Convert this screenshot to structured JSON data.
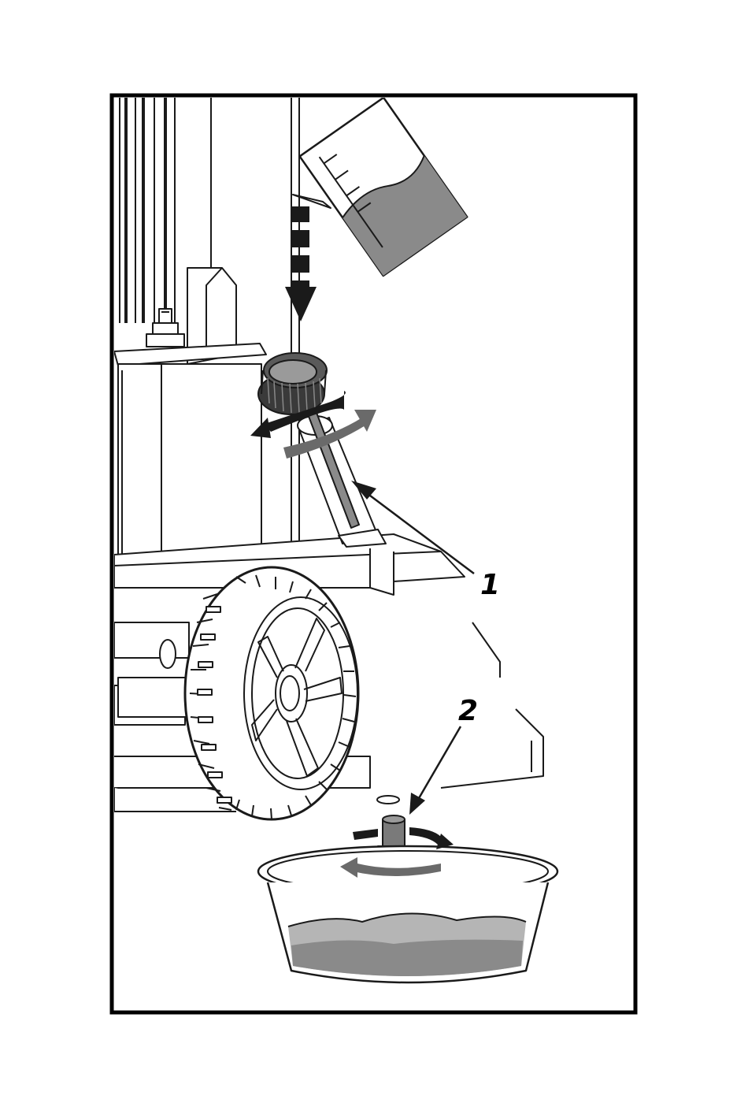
{
  "figure": {
    "callouts": [
      {
        "id": "1",
        "label": "1",
        "target": "oil-dipstick"
      },
      {
        "id": "2",
        "label": "2",
        "target": "drain-plug"
      }
    ],
    "colors": {
      "line": "#1a1a1a",
      "fill_light": "#ffffff",
      "oil": "#8a8a8a",
      "oil_light": "#b5b5b5",
      "dark_metal": "#3a3a3a"
    },
    "icons": [
      "beaker-icon",
      "down-arrow-icon",
      "rotate-arrow-icon",
      "drain-pan-icon",
      "wheel-icon"
    ]
  }
}
